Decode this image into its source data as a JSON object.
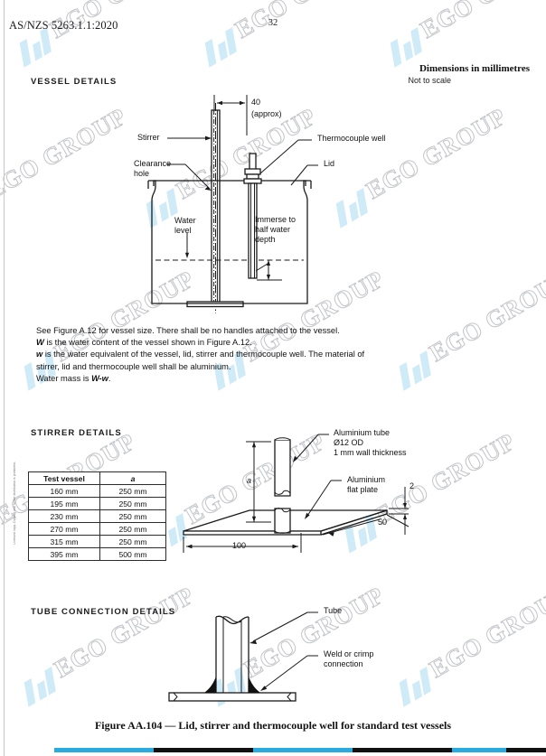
{
  "header": {
    "standard": "AS/NZS 5263.1.1:2020",
    "page_number": "32"
  },
  "sections": {
    "vessel": "VESSEL DETAILS",
    "stirrer": "STIRRER DETAILS",
    "tube": "TUBE CONNECTION DETAILS"
  },
  "notes": {
    "dimensions": "Dimensions in millimetres",
    "scale": "Not to scale"
  },
  "vessel_diagram": {
    "dim_40": "40",
    "dim_40_approx": "(approx)",
    "label_stirrer": "Stirrer",
    "label_clearance_hole_1": "Clearance",
    "label_clearance_hole_2": "hole",
    "label_water_level_1": "Water",
    "label_water_level_2": "level",
    "label_thermocouple_well": "Thermocouple well",
    "label_lid": "Lid",
    "label_immerse_1": "Immerse to",
    "label_immerse_2": "half water",
    "label_immerse_3": "depth"
  },
  "body_text": {
    "line1": "See Figure A.12 for vessel size. There shall be no handles attached to the vessel.",
    "line2_sym": "W",
    "line2_rest": " is the water content of the vessel shown in Figure A.12.",
    "line3_sym": "w",
    "line3_rest": " is the water equivalent of the vessel, lid, stirrer and thermocouple well. The material of",
    "line4": "stirrer, lid and thermocouple well shall be aluminium.",
    "line5_pre": "Water mass is ",
    "line5_sym": "W-w",
    "line5_post": "."
  },
  "stirrer_table": {
    "headers": [
      "Test vessel",
      "a"
    ],
    "rows": [
      [
        "160 mm",
        "250 mm"
      ],
      [
        "195 mm",
        "250 mm"
      ],
      [
        "230 mm",
        "250 mm"
      ],
      [
        "270 mm",
        "250 mm"
      ],
      [
        "315 mm",
        "250 mm"
      ],
      [
        "395 mm",
        "500 mm"
      ]
    ]
  },
  "stirrer_diagram": {
    "label_tube_1": "Aluminium tube",
    "label_tube_2": "Ø12 OD",
    "label_tube_3": "1 mm wall thickness",
    "label_plate_1": "Aluminium",
    "label_plate_2": "flat plate",
    "dim_a": "a",
    "dim_2": "2",
    "dim_50": "50",
    "dim_100": "100"
  },
  "tube_diagram": {
    "label_tube": "Tube",
    "label_weld_1": "Weld or crimp",
    "label_weld_2": "connection"
  },
  "caption": "Figure AA.104 — Lid, stirrer and thermocouple well for standard test vessels",
  "watermark": {
    "text": "EGO GROUP"
  },
  "colors": {
    "accent_cyan": "#29ABE2",
    "bar_dark": "#111111",
    "watermark_blue": "#bfe4f6",
    "line": "#1a1a1a"
  }
}
